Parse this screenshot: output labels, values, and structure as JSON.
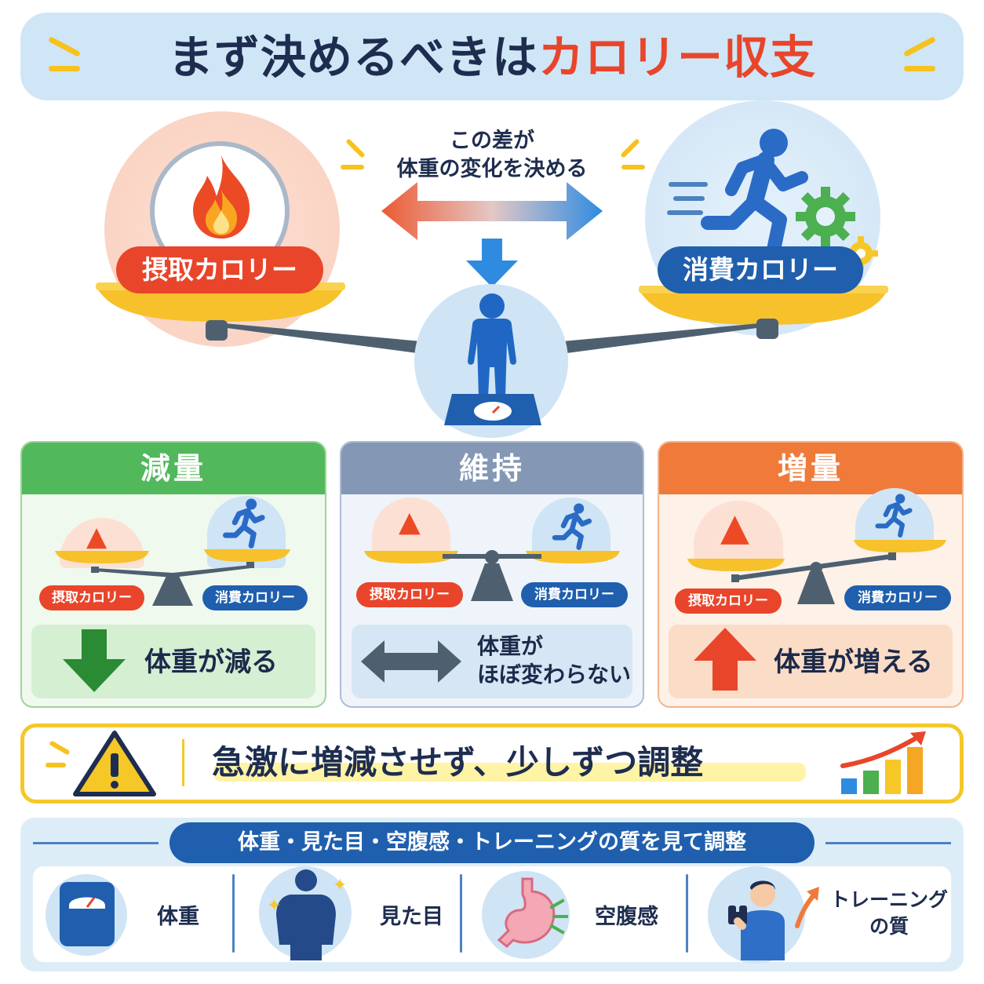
{
  "title": {
    "part_dark": "まず決めるべきは",
    "part_red": "カロリー収支"
  },
  "hero": {
    "note_line1": "この差が",
    "note_line2": "体重の変化を決める",
    "intake_label": "摂取カロリー",
    "burn_label": "消費カロリー"
  },
  "cards": [
    {
      "title": "減量",
      "intake": "摂取カロリー",
      "burn": "消費カロリー",
      "result": "体重が減る"
    },
    {
      "title": "維持",
      "intake": "摂取カロリー",
      "burn": "消費カロリー",
      "result_line1": "体重が",
      "result_line2": "ほぼ変わらない"
    },
    {
      "title": "増量",
      "intake": "摂取カロリー",
      "burn": "消費カロリー",
      "result": "体重が増える"
    }
  ],
  "warning": {
    "text": "急激に増減させず、少しずつ調整"
  },
  "bottom": {
    "heading": "体重・見た目・空腹感・トレーニングの質を見て調整",
    "items": [
      {
        "label": "体重"
      },
      {
        "label": "見た目"
      },
      {
        "label": "空腹感"
      },
      {
        "label_line1": "トレーニング",
        "label_line2": "の質"
      }
    ]
  },
  "colors": {
    "intake_red": "#e8452b",
    "burn_blue": "#1f5fae",
    "lose_green": "#52b85c",
    "keep_slate": "#8497b5",
    "gain_orange": "#f07a3a",
    "warning_yellow": "#f5c828"
  }
}
